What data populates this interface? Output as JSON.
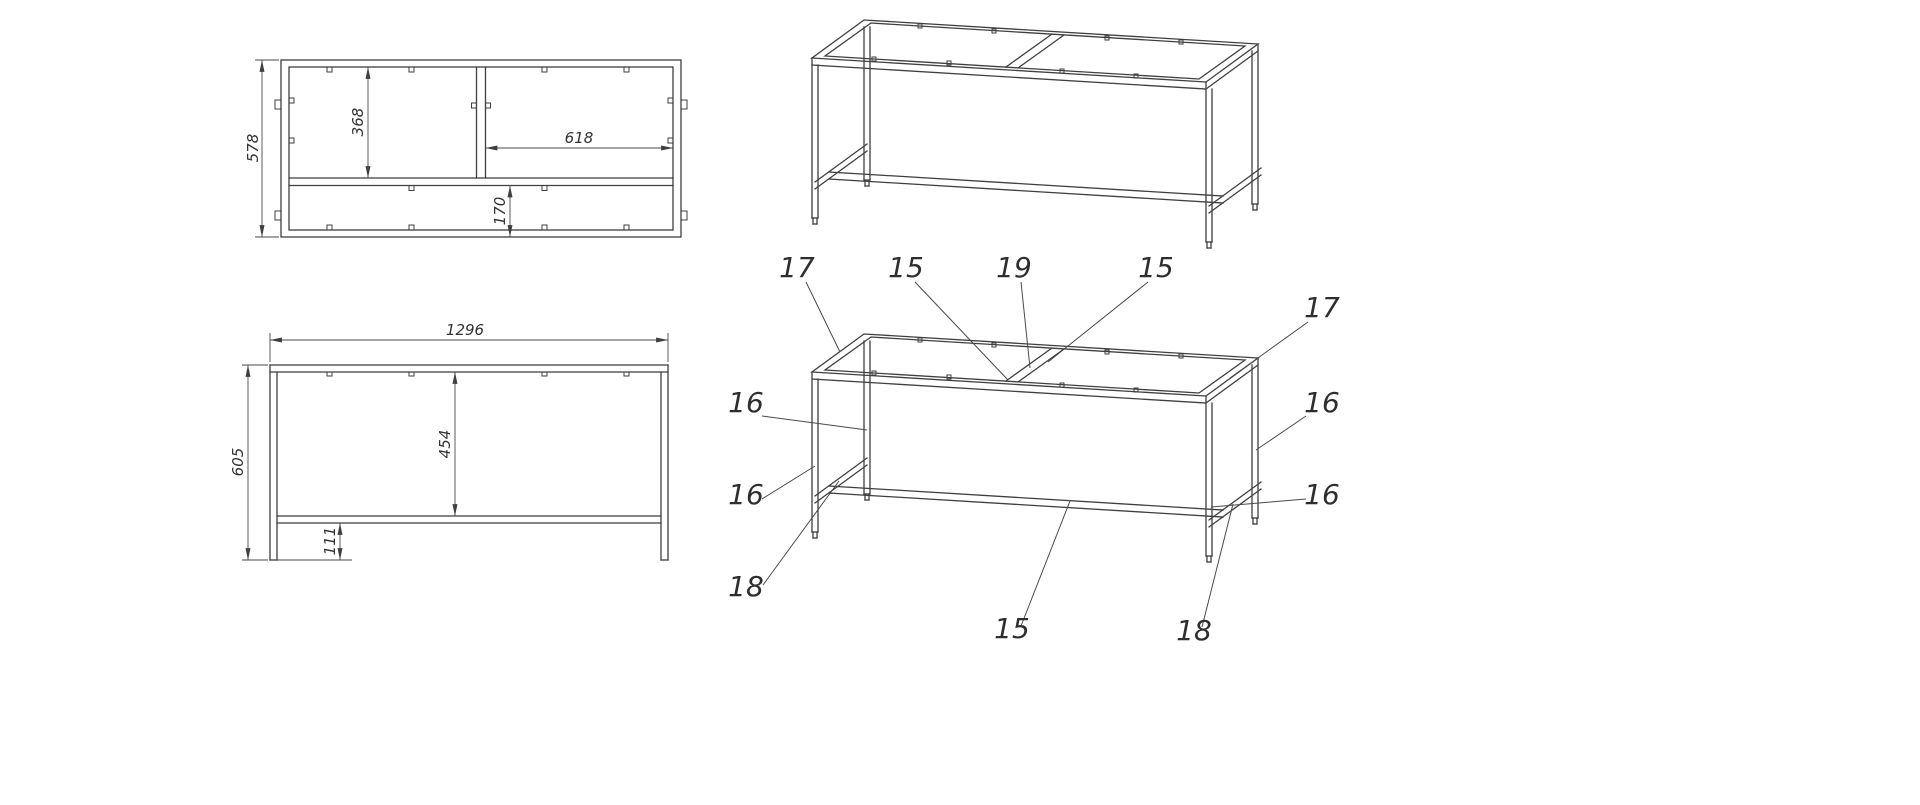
{
  "colors": {
    "background": "#ffffff",
    "line": "#3f3f3f",
    "dimension": "#4a4a4a",
    "text": "#333333"
  },
  "views": {
    "plan": {
      "dims": {
        "overall_depth": "578",
        "brace_length": "368",
        "bay_width": "618",
        "stretcher_offset": "170"
      }
    },
    "front": {
      "dims": {
        "overall_width": "1296",
        "overall_height": "605",
        "clear_height": "454",
        "stretcher_height": "111"
      }
    },
    "iso_labeled": {
      "callouts": [
        {
          "part": "17"
        },
        {
          "part": "15"
        },
        {
          "part": "19"
        },
        {
          "part": "15"
        },
        {
          "part": "17"
        },
        {
          "part": "16"
        },
        {
          "part": "16"
        },
        {
          "part": "16"
        },
        {
          "part": "16"
        },
        {
          "part": "18"
        },
        {
          "part": "15"
        },
        {
          "part": "18"
        }
      ]
    }
  }
}
